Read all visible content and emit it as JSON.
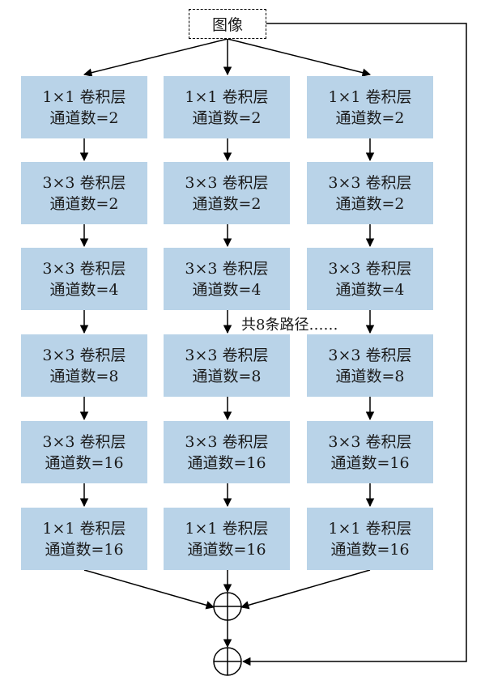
{
  "input": {
    "label": "图像"
  },
  "paths_note": "共8条路径……",
  "columns": [
    {
      "layers": [
        {
          "kernel": "1×1 卷积层",
          "channels": "通道数=2"
        },
        {
          "kernel": "3×3 卷积层",
          "channels": "通道数=2"
        },
        {
          "kernel": "3×3 卷积层",
          "channels": "通道数=4"
        },
        {
          "kernel": "3×3 卷积层",
          "channels": "通道数=8"
        },
        {
          "kernel": "3×3 卷积层",
          "channels": "通道数=16"
        },
        {
          "kernel": "1×1 卷积层",
          "channels": "通道数=16"
        }
      ]
    },
    {
      "layers": [
        {
          "kernel": "1×1 卷积层",
          "channels": "通道数=2"
        },
        {
          "kernel": "3×3 卷积层",
          "channels": "通道数=2"
        },
        {
          "kernel": "3×3 卷积层",
          "channels": "通道数=4"
        },
        {
          "kernel": "3×3 卷积层",
          "channels": "通道数=8"
        },
        {
          "kernel": "3×3 卷积层",
          "channels": "通道数=16"
        },
        {
          "kernel": "1×1 卷积层",
          "channels": "通道数=16"
        }
      ]
    },
    {
      "layers": [
        {
          "kernel": "1×1 卷积层",
          "channels": "通道数=2"
        },
        {
          "kernel": "3×3 卷积层",
          "channels": "通道数=2"
        },
        {
          "kernel": "3×3 卷积层",
          "channels": "通道数=4"
        },
        {
          "kernel": "3×3 卷积层",
          "channels": "通道数=8"
        },
        {
          "kernel": "3×3 卷积层",
          "channels": "通道数=16"
        },
        {
          "kernel": "1×1 卷积层",
          "channels": "通道数=16"
        }
      ]
    }
  ],
  "colors": {
    "box_fill": "#b9d3e8",
    "line": "#000000"
  }
}
